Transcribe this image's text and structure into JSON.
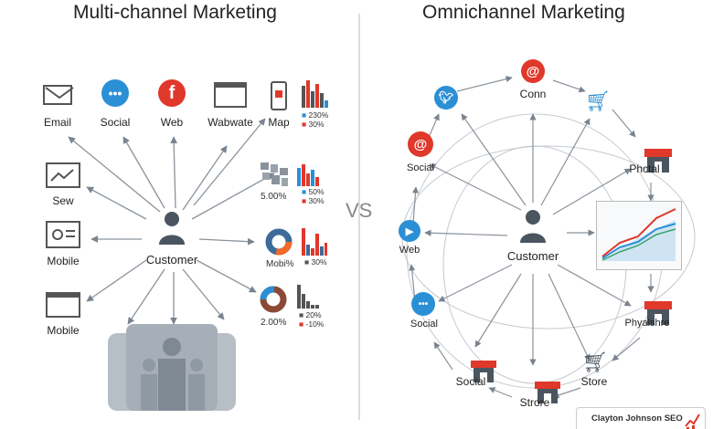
{
  "left": {
    "title": "Multi-channel Marketing",
    "center_label": "Customer",
    "top_channels": [
      {
        "label": "Email",
        "icon": "envelope-icon"
      },
      {
        "label": "Social",
        "icon": "chat-bubble-icon"
      },
      {
        "label": "Web",
        "icon": "facebook-icon"
      },
      {
        "label": "Wabwate",
        "icon": "browser-window-icon"
      },
      {
        "label": "Map",
        "icon": "smartphone-icon"
      }
    ],
    "side_channels": [
      {
        "label": "Sew",
        "icon": "line-chart-monitor-icon"
      },
      {
        "label": "Mobile",
        "icon": "search-window-icon"
      },
      {
        "label": "Mobile",
        "icon": "browser-window-icon"
      }
    ],
    "stats": [
      {
        "label": "",
        "legend": [
          "230%",
          "30%"
        ]
      },
      {
        "label": "5.00%",
        "legend": [
          "50%",
          "30%"
        ]
      },
      {
        "label": "Mobi%",
        "legend": [
          "30%"
        ]
      },
      {
        "label": "2.00%",
        "legend": [
          "20%",
          "-10%"
        ]
      }
    ]
  },
  "vs_label": "VS",
  "right": {
    "title": "Omnichannel Marketing",
    "center_label": "Customer",
    "nodes": [
      {
        "label": "Conn",
        "icon": "at-sign-icon"
      },
      {
        "label": "",
        "icon": "shopping-cart-icon"
      },
      {
        "label": "Phctal",
        "icon": "storefront-icon"
      },
      {
        "label": "Phyalshre",
        "icon": "storefront-icon"
      },
      {
        "label": "Store",
        "icon": "shopping-cart-icon"
      },
      {
        "label": "Strore",
        "icon": "storefront-icon"
      },
      {
        "label": "Social",
        "icon": "storefront-icon"
      },
      {
        "label": "Social",
        "icon": "chat-bubble-icon"
      },
      {
        "label": "Web",
        "icon": "play-icon"
      },
      {
        "label": "Social",
        "icon": "at-sign-icon"
      },
      {
        "label": "",
        "icon": "twitter-icon"
      }
    ]
  },
  "footer": {
    "brand": "Clayton Johnson SEO"
  },
  "colors": {
    "red": "#e0382b",
    "blue": "#2b8fd6",
    "gray": "#6b7580",
    "dark": "#4a5560"
  }
}
